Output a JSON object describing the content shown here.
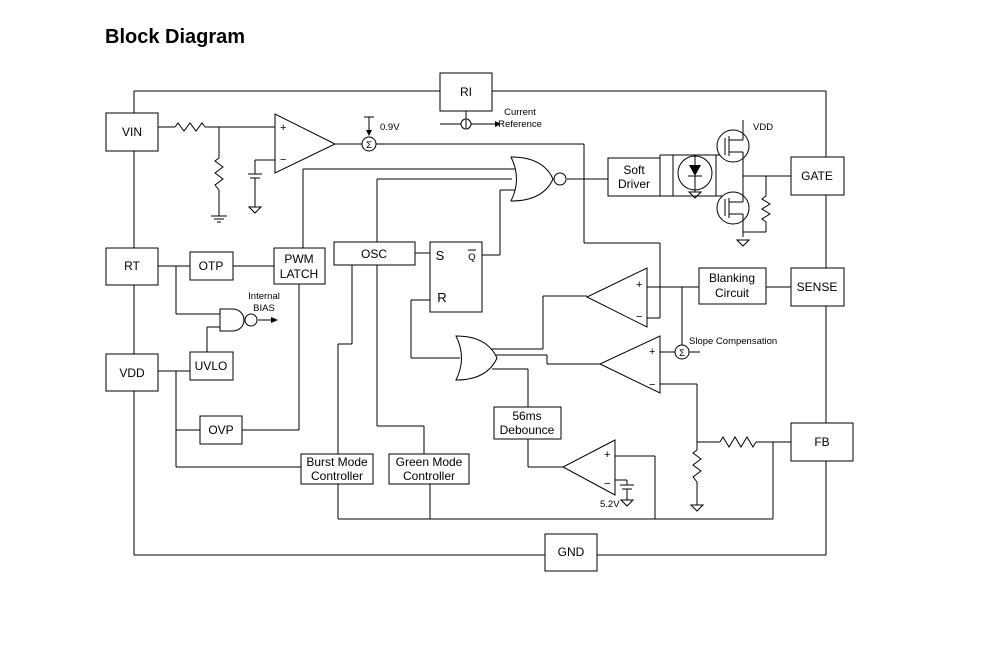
{
  "title": "Block Diagram",
  "pins": {
    "vin": "VIN",
    "rt": "RT",
    "vdd": "VDD",
    "ri": "RI",
    "gate": "GATE",
    "sense": "SENSE",
    "fb": "FB",
    "gnd": "GND"
  },
  "blocks": {
    "otp": "OTP",
    "uvlo": "UVLO",
    "ovp": "OVP",
    "pwm_latch": [
      "PWM",
      "LATCH"
    ],
    "osc": "OSC",
    "soft_driver": [
      "Soft",
      "Driver"
    ],
    "blanking": [
      "Blanking",
      "Circuit"
    ],
    "debounce": [
      "56ms",
      "Debounce"
    ],
    "burst": [
      "Burst Mode",
      "Controller"
    ],
    "green": [
      "Green Mode",
      "Controller"
    ]
  },
  "latch": {
    "set": "S",
    "reset": "R",
    "qbar": "Q"
  },
  "labels": {
    "current_reference": [
      "Current",
      "Reference"
    ],
    "v_09": "0.9V",
    "vdd_driver": "VDD",
    "internal_bias": [
      "Internal",
      "BIAS"
    ],
    "slope_compensation": "Slope Compensation",
    "v_52": "5.2V",
    "sum": "Σ",
    "plus": "+",
    "minus": "−"
  }
}
